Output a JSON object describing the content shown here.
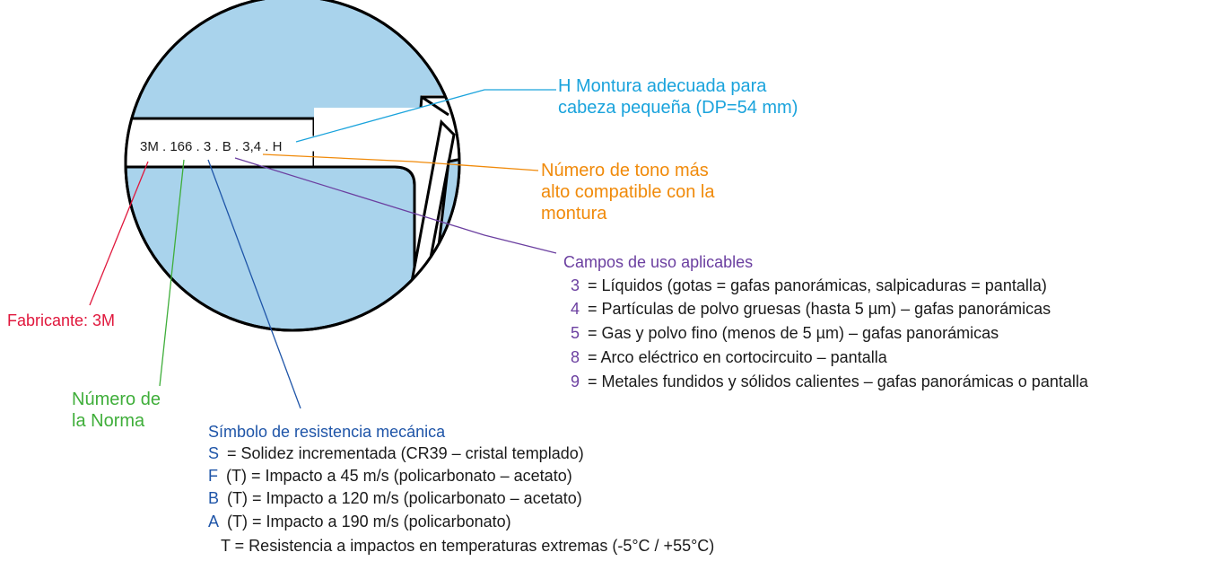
{
  "marking": "3M . 166 . 3 . B . 3,4 . H",
  "callouts": {
    "h_frame": [
      "H Montura adecuada para",
      "cabeza pequeña (DP=54 mm)"
    ],
    "shade": [
      "Número de tono más",
      "alto compatible con la",
      "montura"
    ],
    "manufacturer": "Fabricante: 3M",
    "standard": [
      "Número de",
      "la Norma"
    ]
  },
  "fields_of_use": {
    "title": "Campos de uso aplicables",
    "items": [
      {
        "code": "3",
        "text": "= Líquidos (gotas = gafas panorámicas, salpicaduras = pantalla)"
      },
      {
        "code": "4",
        "text": "= Partículas de polvo gruesas (hasta 5 µm) – gafas panorámicas"
      },
      {
        "code": "5",
        "text": "= Gas y polvo fino (menos de 5 µm) – gafas panorámicas"
      },
      {
        "code": "8",
        "text": "= Arco eléctrico en cortocircuito – pantalla"
      },
      {
        "code": "9",
        "text": "= Metales fundidos y sólidos calientes – gafas panorámicas o pantalla"
      }
    ]
  },
  "mechanical": {
    "title": "Símbolo de resistencia mecánica",
    "items": [
      {
        "code": "S",
        "text": "= Solidez incrementada (CR39 – cristal templado)"
      },
      {
        "code": "F",
        "text": "(T) = Impacto a 45 m/s (policarbonato – acetato)"
      },
      {
        "code": "B",
        "text": "(T) = Impacto a 120 m/s (policarbonato – acetato)"
      },
      {
        "code": "A",
        "text": "(T) = Impacto a 190 m/s (policarbonato)"
      }
    ],
    "note": "T = Resistencia a impactos en temperaturas extremas (-5°C / +55°C)"
  },
  "colors": {
    "lens": "#a9d3ec",
    "h_frame": "#1aa3dc",
    "shade": "#f08a0a",
    "fields": "#6b3fa0",
    "manufacturer": "#e0173c",
    "standard": "#3fae3a",
    "mechanical": "#1f55a8"
  }
}
